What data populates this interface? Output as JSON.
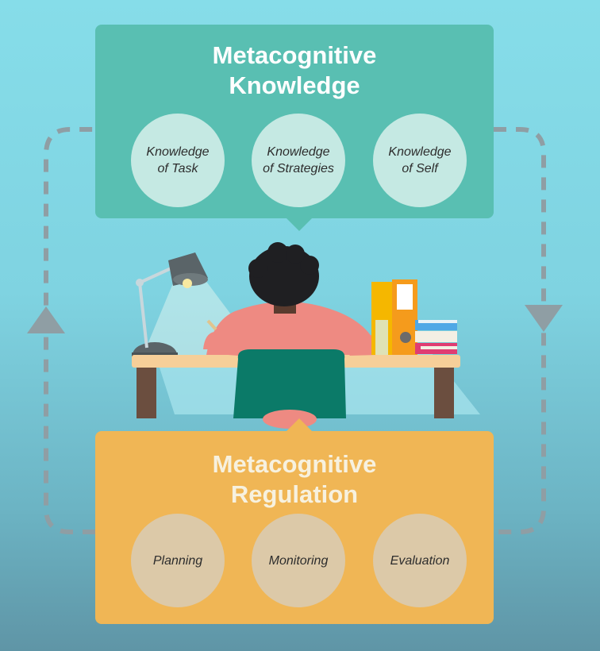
{
  "knowledge": {
    "title": [
      "Metacognitive",
      "Knowledge"
    ],
    "items": [
      {
        "lines": [
          "Knowledge",
          "of Task"
        ]
      },
      {
        "lines": [
          "Knowledge",
          "of Strategies"
        ]
      },
      {
        "lines": [
          "Knowledge",
          "of Self"
        ]
      }
    ]
  },
  "regulation": {
    "title": [
      "Metacognitive",
      "Regulation"
    ],
    "items": [
      {
        "lines": [
          "Planning"
        ]
      },
      {
        "lines": [
          "Monitoring"
        ]
      },
      {
        "lines": [
          "Evaluation"
        ]
      }
    ]
  },
  "colors": {
    "knowledge_panel": "#59bfb2",
    "regulation_panel": "#f0b655",
    "loop_arrow": "#8f9ea4"
  }
}
